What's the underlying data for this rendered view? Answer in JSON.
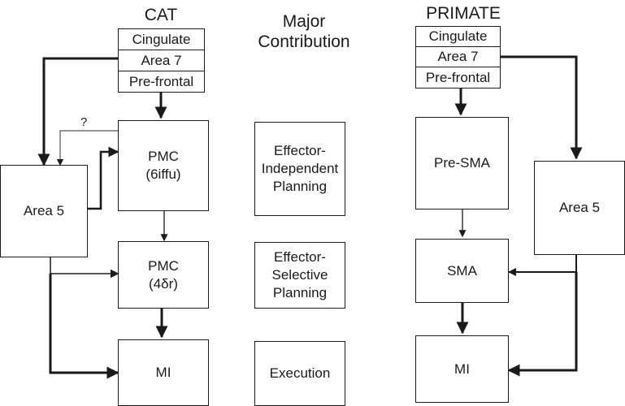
{
  "headers": {
    "cat": "CAT",
    "middle": "Major\nContribution",
    "primate": "PRIMATE"
  },
  "cat": {
    "top_stack": [
      "Cingulate",
      "Area 7",
      "Pre-frontal"
    ],
    "pmc_upper": "PMC\n(6iffu)",
    "pmc_lower": "PMC\n(4δr)",
    "area5": "Area 5",
    "mi": "MI",
    "question": "?"
  },
  "middle": {
    "planning_independent": "Effector-\nIndependent\nPlanning",
    "planning_selective": "Effector-\nSelective\nPlanning",
    "execution": "Execution"
  },
  "primate": {
    "top_stack": [
      "Cingulate",
      "Area 7",
      "Pre-frontal"
    ],
    "presma": "Pre-SMA",
    "sma": "SMA",
    "area5": "Area 5",
    "mi": "MI"
  },
  "colors": {
    "ink": "#1a1a1a",
    "thin_line": "#555555"
  }
}
